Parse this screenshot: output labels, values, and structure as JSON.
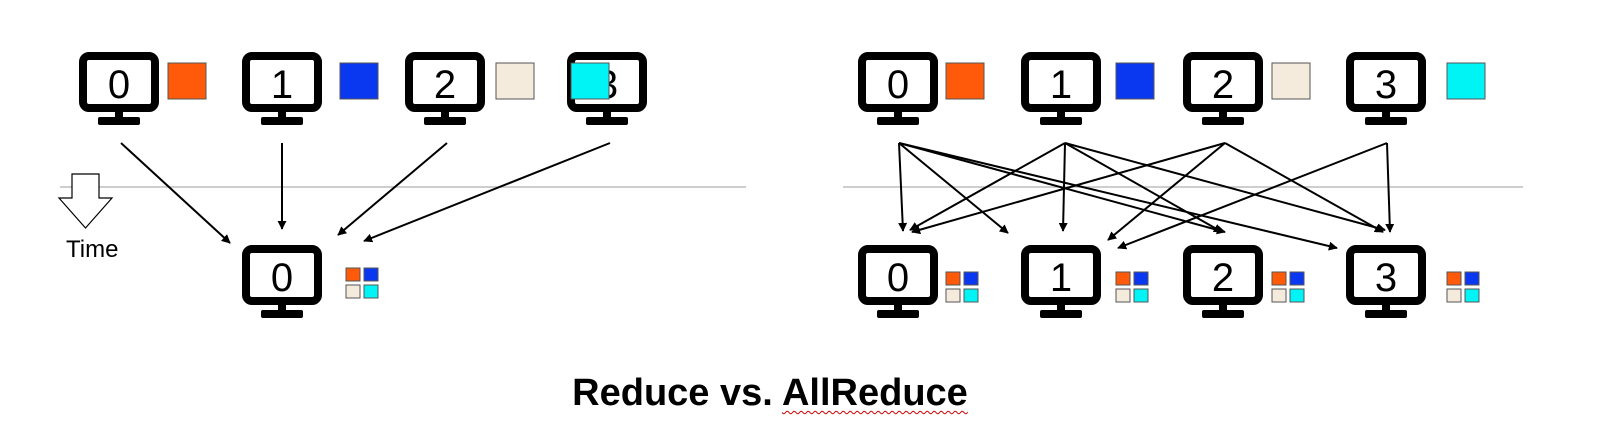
{
  "caption": {
    "part1": "Reduce vs. ",
    "part2": "AllReduce"
  },
  "time_label": "Time",
  "colors": {
    "rank0": "#ff5a0a",
    "rank1": "#0a37f0",
    "rank2": "#f4ebdd",
    "rank3": "#00f3f5",
    "timeline": "#bdbdbd",
    "ink": "#000000"
  },
  "icons": {
    "computer": "monitor-icon",
    "data_block": "square-icon",
    "time_arrow": "down-arrow-icon"
  },
  "reduce": {
    "sources": [
      "0",
      "1",
      "2",
      "3"
    ],
    "destination": "0"
  },
  "allreduce": {
    "sources": [
      "0",
      "1",
      "2",
      "3"
    ],
    "destinations": [
      "0",
      "1",
      "2",
      "3"
    ]
  }
}
